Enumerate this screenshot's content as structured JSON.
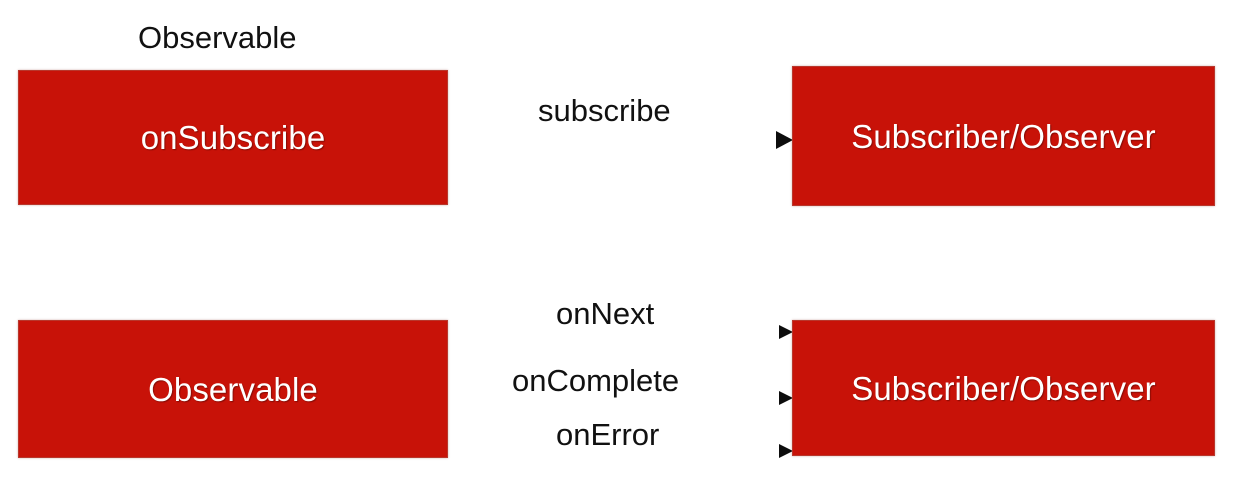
{
  "diagram": {
    "title_label": "Observable",
    "accent_color": "#C81208",
    "line_color": "#0D0D0D",
    "text_on_accent_color": "#FFFFFF",
    "background_color": "#FFFFFF",
    "rows": [
      {
        "id": "subscribe-row",
        "source_box": "onSubscribe",
        "source_caption": "Observable",
        "target_box": "Subscriber/Observer",
        "arrows": [
          {
            "label": "subscribe",
            "direction": "left-to-right"
          }
        ]
      },
      {
        "id": "events-row",
        "source_box": "Observable",
        "target_box": "Subscriber/Observer",
        "arrows": [
          {
            "label": "onNext",
            "direction": "left-to-right"
          },
          {
            "label": "onComplete",
            "direction": "left-to-right"
          },
          {
            "label": "onError",
            "direction": "left-to-right"
          }
        ]
      }
    ]
  }
}
